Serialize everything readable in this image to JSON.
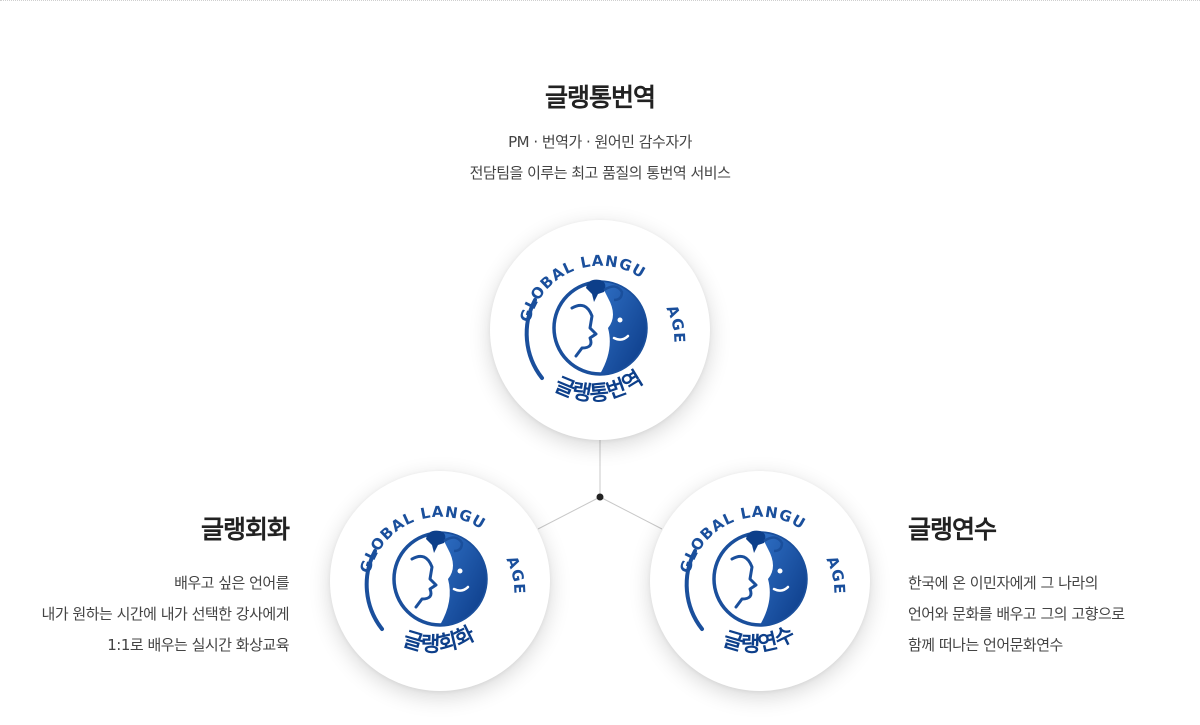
{
  "services": {
    "top": {
      "title": "글랭통번역",
      "desc": [
        "PM · 번역가 · 원어민 감수자가",
        "전담팀을 이루는 최고 품질의 통번역 서비스"
      ]
    },
    "left": {
      "title": "글랭회화",
      "desc": [
        "배우고 싶은 언어를",
        "내가 원하는 시간에 내가 선택한 강사에게",
        "1:1로 배우는 실시간 화상교육"
      ]
    },
    "right": {
      "title": "글랭연수",
      "desc": [
        "한국에 온 이민자에게 그 나라의",
        "언어와 문화를 배우고 그의 고향으로",
        "함께 떠나는 언어문화연수"
      ]
    }
  },
  "badges": {
    "arc_text": "GLOBAL LANGUAGE",
    "top_label": "글랭통번역",
    "left_label": "글랭회화",
    "right_label": "글랭연수"
  },
  "colors": {
    "brand_blue": "#1a4f9c",
    "brand_dark": "#0d3f8a",
    "connector": "#c8c8c8"
  }
}
